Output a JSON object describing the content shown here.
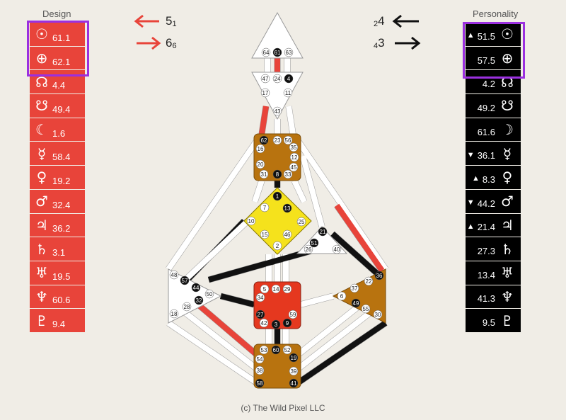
{
  "design": {
    "title": "Design",
    "rows": [
      {
        "icon": "sun-icon",
        "glyph": "☉",
        "value": "61.1"
      },
      {
        "icon": "earth-icon",
        "glyph": "⊕",
        "value": "62.1"
      },
      {
        "icon": "north-node-icon",
        "glyph": "☊",
        "value": "4.4"
      },
      {
        "icon": "south-node-icon",
        "glyph": "☋",
        "value": "49.4"
      },
      {
        "icon": "moon-icon",
        "glyph": "☾",
        "value": "1.6"
      },
      {
        "icon": "mercury-icon",
        "glyph": "☿",
        "value": "58.4"
      },
      {
        "icon": "venus-icon",
        "glyph": "♀",
        "value": "19.2"
      },
      {
        "icon": "mars-icon",
        "glyph": "♂",
        "value": "32.4"
      },
      {
        "icon": "jupiter-icon",
        "glyph": "♃",
        "value": "36.2"
      },
      {
        "icon": "saturn-icon",
        "glyph": "♄",
        "value": "3.1"
      },
      {
        "icon": "uranus-icon",
        "glyph": "♅",
        "value": "19.5"
      },
      {
        "icon": "neptune-icon",
        "glyph": "♆",
        "value": "60.6"
      },
      {
        "icon": "pluto-icon",
        "glyph": "♇",
        "value": "9.4"
      }
    ]
  },
  "personality": {
    "title": "Personality",
    "rows": [
      {
        "icon": "sun-icon",
        "glyph": "☉",
        "value": "51.5",
        "arrow": "▲"
      },
      {
        "icon": "earth-icon",
        "glyph": "⊕",
        "value": "57.5",
        "arrow": ""
      },
      {
        "icon": "north-node-icon",
        "glyph": "☊",
        "value": "4.2",
        "arrow": ""
      },
      {
        "icon": "south-node-icon",
        "glyph": "☋",
        "value": "49.2",
        "arrow": ""
      },
      {
        "icon": "moon-icon",
        "glyph": "☽",
        "value": "61.6",
        "arrow": ""
      },
      {
        "icon": "mercury-icon",
        "glyph": "☿",
        "value": "36.1",
        "arrow": "▼"
      },
      {
        "icon": "venus-icon",
        "glyph": "♀",
        "value": "8.3",
        "arrow": "▲"
      },
      {
        "icon": "mars-icon",
        "glyph": "♂",
        "value": "44.2",
        "arrow": "▼"
      },
      {
        "icon": "jupiter-icon",
        "glyph": "♃",
        "value": "21.4",
        "arrow": "▲"
      },
      {
        "icon": "saturn-icon",
        "glyph": "♄",
        "value": "27.3",
        "arrow": ""
      },
      {
        "icon": "uranus-icon",
        "glyph": "♅",
        "value": "13.4",
        "arrow": ""
      },
      {
        "icon": "neptune-icon",
        "glyph": "♆",
        "value": "41.3",
        "arrow": ""
      },
      {
        "icon": "pluto-icon",
        "glyph": "♇",
        "value": "9.5",
        "arrow": ""
      }
    ]
  },
  "variables": {
    "top_left": {
      "main": "5",
      "sub": "1",
      "arrow_color": "#e8443a"
    },
    "bottom_left": {
      "main": "6",
      "sub": "6",
      "arrow_color": "#e8443a"
    },
    "top_right": {
      "main": "4",
      "sub": "2",
      "arrow_color": "#111111"
    },
    "bottom_right": {
      "main": "3",
      "sub": "4",
      "arrow_color": "#111111"
    }
  },
  "colors": {
    "design": "#e8443a",
    "personality": "#000000",
    "highlight": "#9b30e0",
    "center_brown": "#b8730f",
    "center_yellow": "#f5e21c",
    "center_red": "#e5381f",
    "center_white": "#ffffff"
  },
  "gates": {
    "head": [
      "64",
      "61",
      "63"
    ],
    "ajna": [
      "47",
      "24",
      "4",
      "17",
      "11",
      "43"
    ],
    "throat": [
      "62",
      "23",
      "56",
      "16",
      "35",
      "12",
      "20",
      "45",
      "31",
      "8",
      "33"
    ],
    "g": [
      "1",
      "13",
      "7",
      "10",
      "25",
      "15",
      "46",
      "2"
    ],
    "heart": [
      "21",
      "51",
      "26",
      "40"
    ],
    "spleen": [
      "48",
      "57",
      "44",
      "50",
      "32",
      "28",
      "18"
    ],
    "sacral": [
      "5",
      "14",
      "29",
      "34",
      "27",
      "59",
      "42",
      "3",
      "9"
    ],
    "solar": [
      "36",
      "22",
      "37",
      "6",
      "49",
      "55",
      "30"
    ],
    "root": [
      "53",
      "60",
      "52",
      "54",
      "19",
      "38",
      "39",
      "58",
      "41"
    ]
  },
  "copyright": "(c) The Wild Pixel LLC"
}
